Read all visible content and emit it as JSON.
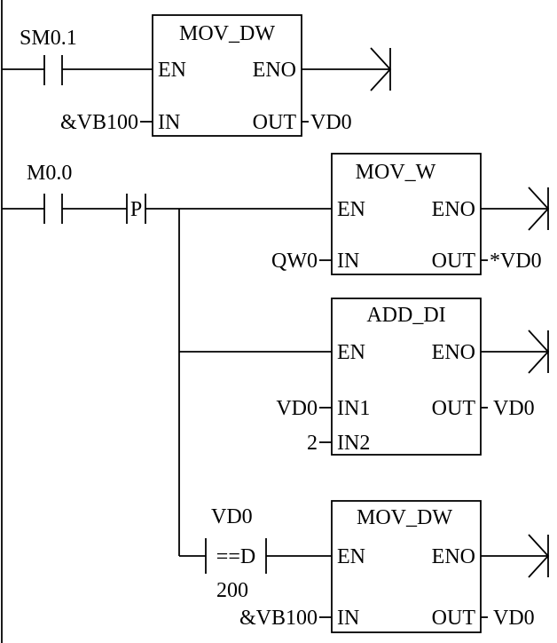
{
  "rung1": {
    "contact_label": "SM0.1",
    "box": {
      "title": "MOV_DW",
      "en": "EN",
      "eno": "ENO",
      "in_pin": "IN",
      "out_pin": "OUT",
      "in_operand": "&VB100",
      "out_operand": "VD0"
    }
  },
  "rung2": {
    "contact_label": "M0.0",
    "edge_label": "P",
    "mov_w": {
      "title": "MOV_W",
      "en": "EN",
      "eno": "ENO",
      "in_pin": "IN",
      "out_pin": "OUT",
      "in_operand": "QW0",
      "out_operand": "*VD0"
    },
    "add_di": {
      "title": "ADD_DI",
      "en": "EN",
      "eno": "ENO",
      "in1_pin": "IN1",
      "in2_pin": "IN2",
      "out_pin": "OUT",
      "in1_operand": "VD0",
      "in2_operand": "2",
      "out_operand": "VD0"
    },
    "compare": {
      "top_operand": "VD0",
      "operator": "==D",
      "bottom_operand": "200"
    },
    "mov_dw": {
      "title": "MOV_DW",
      "en": "EN",
      "eno": "ENO",
      "in_pin": "IN",
      "out_pin": "OUT",
      "in_operand": "&VB100",
      "out_operand": "VD0"
    }
  }
}
